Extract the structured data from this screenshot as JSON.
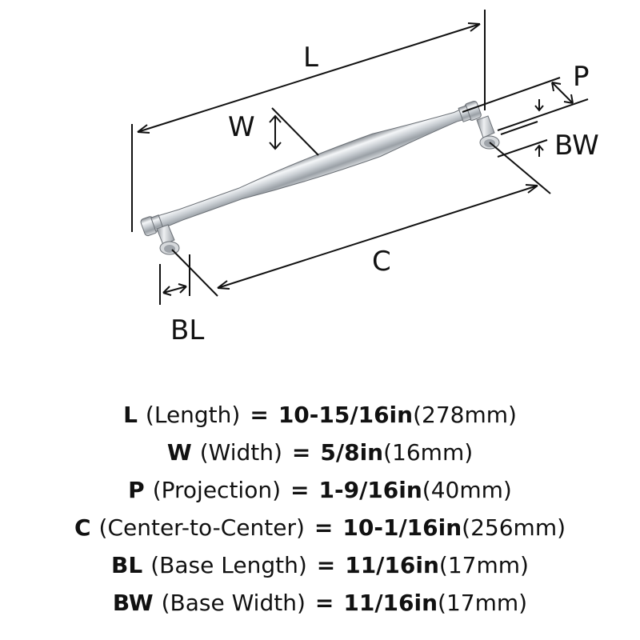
{
  "diagram": {
    "labels": {
      "L": "L",
      "W": "W",
      "P": "P",
      "BW": "BW",
      "C": "C",
      "BL": "BL"
    }
  },
  "specs": [
    {
      "code": "L",
      "name": "(Length)",
      "eq": "=",
      "imperial": "10-15/16in",
      "metric": "(278mm)"
    },
    {
      "code": "W",
      "name": "(Width)",
      "eq": "=",
      "imperial": "5/8in",
      "metric": "(16mm)"
    },
    {
      "code": "P",
      "name": "(Projection)",
      "eq": "=",
      "imperial": "1-9/16in",
      "metric": "(40mm)"
    },
    {
      "code": "C",
      "name": "(Center-to-Center)",
      "eq": "=",
      "imperial": "10-1/16in",
      "metric": "(256mm)"
    },
    {
      "code": "BL",
      "name": "(Base Length)",
      "eq": "=",
      "imperial": "11/16in",
      "metric": "(17mm)"
    },
    {
      "code": "BW",
      "name": "(Base Width)",
      "eq": "=",
      "imperial": "11/16in",
      "metric": "(17mm)"
    }
  ]
}
